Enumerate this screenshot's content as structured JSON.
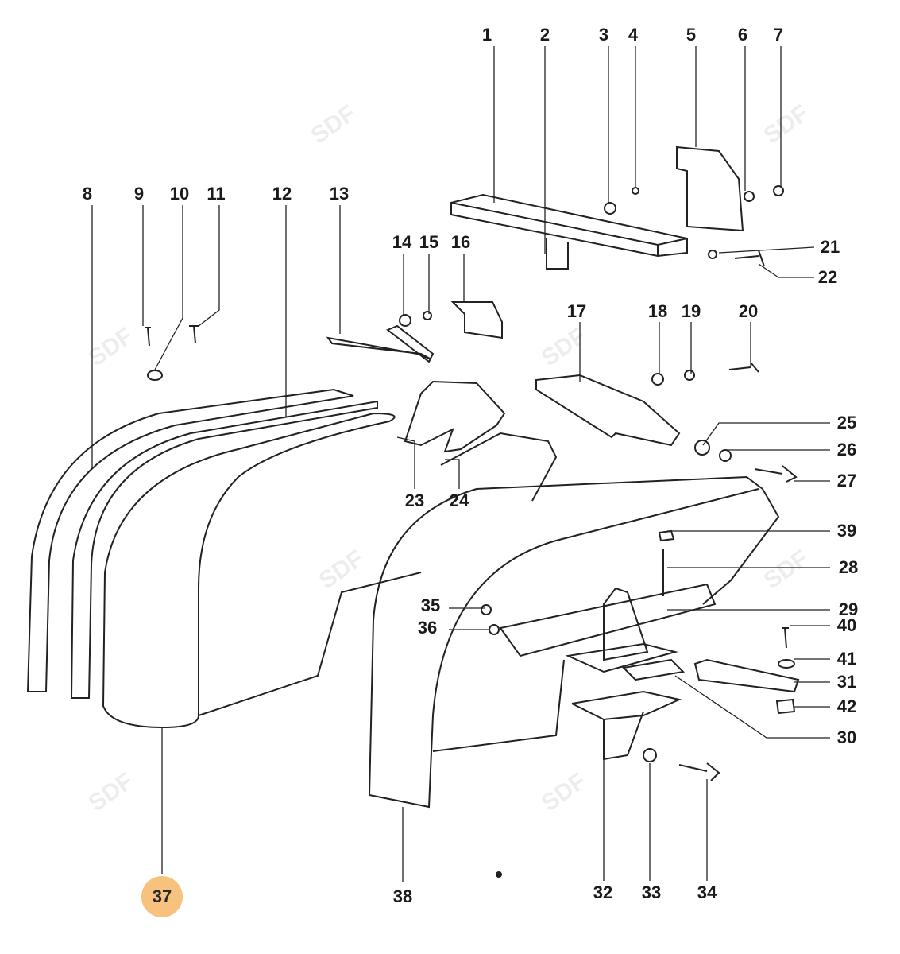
{
  "diagram": {
    "highlighted_part": "37",
    "highlight_color": "#f6c27e",
    "watermark": "SDF"
  },
  "callouts": {
    "p1": "1",
    "p2": "2",
    "p3": "3",
    "p4": "4",
    "p5": "5",
    "p6": "6",
    "p7": "7",
    "p8": "8",
    "p9": "9",
    "p10": "10",
    "p11": "11",
    "p12": "12",
    "p13": "13",
    "p14": "14",
    "p15": "15",
    "p16": "16",
    "p17": "17",
    "p18": "18",
    "p19": "19",
    "p20": "20",
    "p21": "21",
    "p22": "22",
    "p23": "23",
    "p24": "24",
    "p25": "25",
    "p26": "26",
    "p27": "27",
    "p28": "28",
    "p29": "29",
    "p30": "30",
    "p31": "31",
    "p32": "32",
    "p33": "33",
    "p34": "34",
    "p35": "35",
    "p36": "36",
    "p37": "37",
    "p38": "38",
    "p39": "39",
    "p40": "40",
    "p41": "41",
    "p42": "42"
  }
}
